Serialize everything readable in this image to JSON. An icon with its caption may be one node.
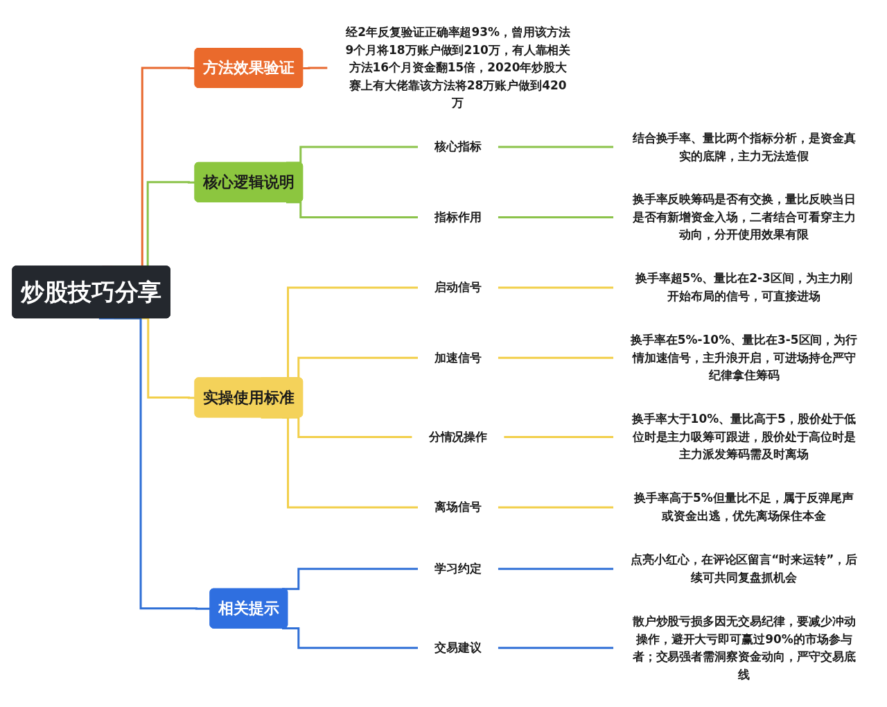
{
  "diagram": {
    "nodes": [
      {
        "text": [
          "炒股技巧分享"
        ]
      },
      {
        "text": [
          "方法效果验证"
        ]
      },
      {
        "text": [
          "经2年反复验证正确率超93%，曾用该方法9个月将18万账户做到210万，有人靠相关方法16个月资金翻15倍，2020年炒股大赛上有大佬靠该方法将28万账户做到420万"
        ]
      },
      {
        "text": [
          "核心逻辑说明"
        ]
      },
      {
        "text": [
          "核心指标"
        ]
      },
      {
        "text": [
          "结合换手率、量比两个指标分析，是资金真实的底牌，主力无法造假"
        ]
      },
      {
        "text": [
          "指标作用"
        ]
      },
      {
        "text": [
          "换手率反映筹码是否有交换，量比反映当日是否有新增资金入场，二者结合可看穿主力动向，分开使用效果有限"
        ]
      },
      {
        "text": [
          "实操使用标准"
        ]
      },
      {
        "text": [
          "启动信号"
        ]
      },
      {
        "text": [
          "换手率超5%、量比在2-3区间，为主力刚开始布局的信号，可直接进场"
        ]
      },
      {
        "text": [
          "加速信号"
        ]
      },
      {
        "text": [
          "换手率在5%-10%、量比在3-5区间，为行情加速信号，主升浪开启，可进场持仓严守纪律拿住筹码"
        ]
      },
      {
        "text": [
          "分情况操作"
        ]
      },
      {
        "text": [
          "换手率大于10%、量比高于5，股价处于低位时是主力吸筹可跟进，股价处于高位时是主力派发筹码需及时离场"
        ]
      },
      {
        "text": [
          "离场信号"
        ]
      },
      {
        "text": [
          "换手率高于5%但量比不足，属于反弹尾声或资金出逃，优先离场保住本金"
        ]
      },
      {
        "text": [
          "相关提示"
        ]
      },
      {
        "text": [
          "学习约定"
        ]
      },
      {
        "text": [
          "点亮小红心，在评论区留言“时来运转”，后续可共同复盘抓机会"
        ]
      },
      {
        "text": [
          "交易建议"
        ]
      },
      {
        "text": [
          "散户炒股亏损多因无交易纪律，要减少冲动操作，避开大亏即可赢过90%的市场参与者；交易强者需洞察资金动向，严守交易底线"
        ]
      }
    ],
    "edges": [
      {
        "from": 0,
        "to": 1,
        "arrow": "none",
        "color": "#e8692f"
      },
      {
        "from": 1,
        "to": 2,
        "arrow": "none",
        "color": "#e8692f"
      },
      {
        "from": 0,
        "to": 3,
        "arrow": "none",
        "color": "#8bc34a"
      },
      {
        "from": 3,
        "to": 4,
        "arrow": "none",
        "color": "#8bc34a"
      },
      {
        "from": 4,
        "to": 5,
        "arrow": "none",
        "color": "#8bc34a"
      },
      {
        "from": 3,
        "to": 6,
        "arrow": "none",
        "color": "#8bc34a"
      },
      {
        "from": 6,
        "to": 7,
        "arrow": "none",
        "color": "#8bc34a"
      },
      {
        "from": 0,
        "to": 8,
        "arrow": "none",
        "color": "#f2cf4a"
      },
      {
        "from": 8,
        "to": 9,
        "arrow": "none",
        "color": "#f2cf4a"
      },
      {
        "from": 9,
        "to": 10,
        "arrow": "none",
        "color": "#f2cf4a"
      },
      {
        "from": 8,
        "to": 11,
        "arrow": "none",
        "color": "#f2cf4a"
      },
      {
        "from": 11,
        "to": 12,
        "arrow": "none",
        "color": "#f2cf4a"
      },
      {
        "from": 8,
        "to": 13,
        "arrow": "none",
        "color": "#f2cf4a"
      },
      {
        "from": 13,
        "to": 14,
        "arrow": "none",
        "color": "#f2cf4a"
      },
      {
        "from": 8,
        "to": 15,
        "arrow": "none",
        "color": "#f2cf4a"
      },
      {
        "from": 15,
        "to": 16,
        "arrow": "none",
        "color": "#f2cf4a"
      },
      {
        "from": 0,
        "to": 17,
        "arrow": "none",
        "color": "#2f6fd6"
      },
      {
        "from": 17,
        "to": 18,
        "arrow": "none",
        "color": "#2f6fd6"
      },
      {
        "from": 18,
        "to": 19,
        "arrow": "none",
        "color": "#2f6fd6"
      },
      {
        "from": 17,
        "to": 20,
        "arrow": "none",
        "color": "#2f6fd6"
      },
      {
        "from": 20,
        "to": 21,
        "arrow": "none",
        "color": "#2f6fd6"
      }
    ]
  }
}
